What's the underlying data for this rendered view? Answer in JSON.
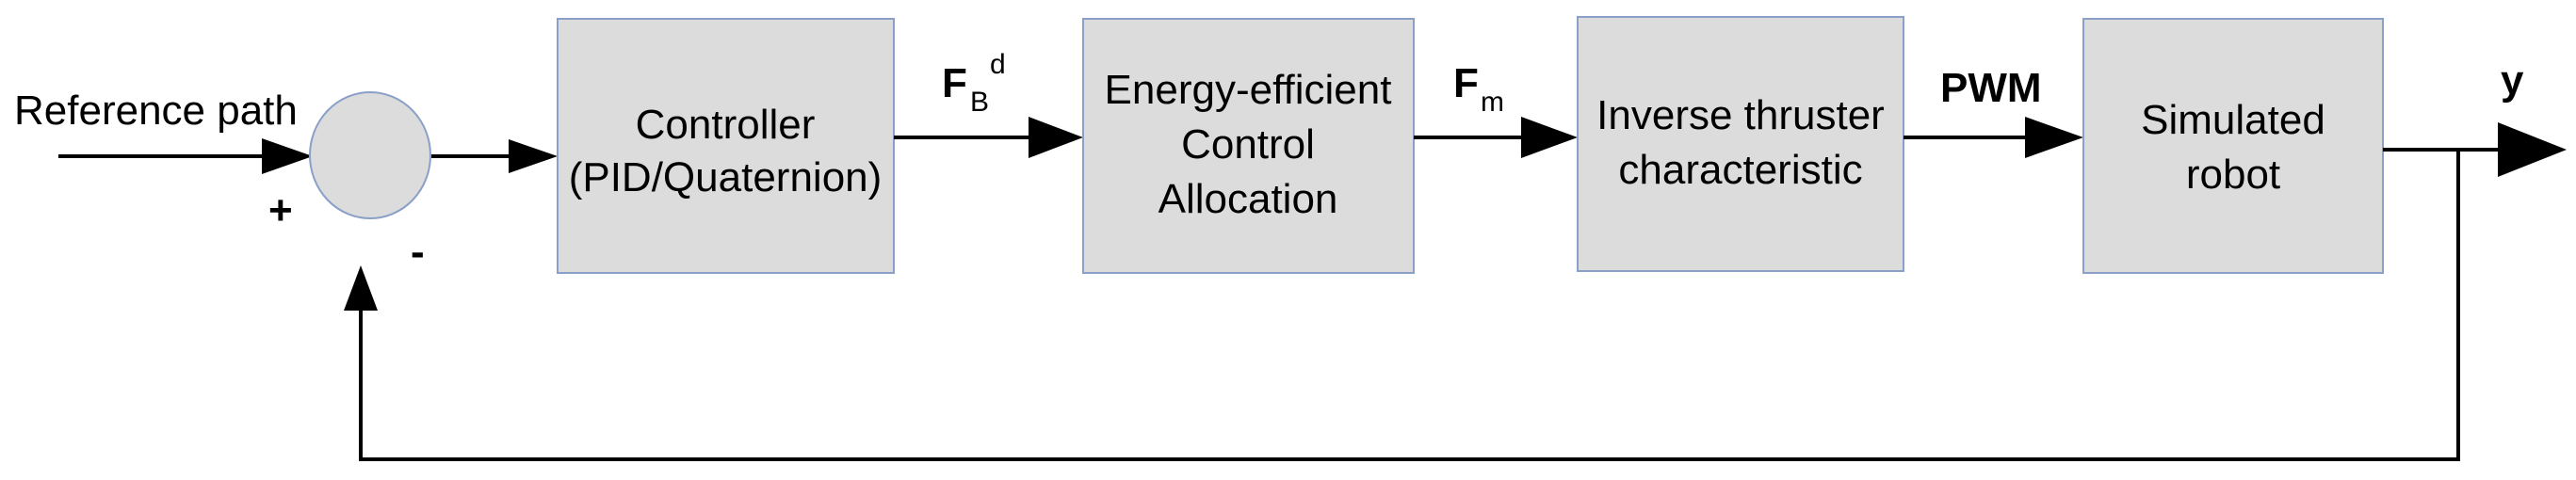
{
  "input_label": "Reference path",
  "sum_junction": {
    "plus": "+",
    "minus": "-"
  },
  "blocks": [
    {
      "line1": "Controller",
      "line2": "(PID/Quaternion)",
      "line3": ""
    },
    {
      "line1": "Energy-efficient",
      "line2": "Control",
      "line3": "Allocation"
    },
    {
      "line1": "Inverse thruster",
      "line2": "characteristic",
      "line3": ""
    },
    {
      "line1": "Simulated",
      "line2": "robot",
      "line3": ""
    }
  ],
  "signals": {
    "fb": {
      "main": "F",
      "sub": "B",
      "sup": "d"
    },
    "fm": {
      "main": "F",
      "sub": "m"
    },
    "pwm": "PWM",
    "output": "y"
  }
}
